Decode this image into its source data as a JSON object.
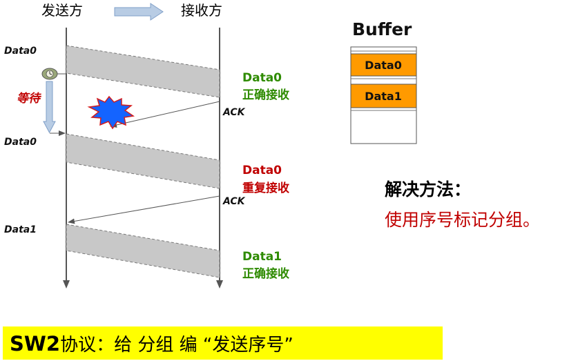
{
  "header": {
    "sender_label": "发送方",
    "receiver_label": "接收方"
  },
  "frames": [
    {
      "label": "Data0"
    },
    {
      "label": "Data0"
    },
    {
      "label": "Data1"
    }
  ],
  "receiver_notes": [
    {
      "frame": "Data0",
      "status": "正确接收"
    },
    {
      "frame": "Data0",
      "status": "重复接收"
    },
    {
      "frame": "Data1",
      "status": "正确接收"
    }
  ],
  "acks": [
    {
      "label": "ACK"
    },
    {
      "label": "ACK"
    }
  ],
  "timer": {
    "wait_label": "等待"
  },
  "buffer": {
    "title": "Buffer",
    "slots": [
      "Data0",
      "Data1"
    ]
  },
  "solution": {
    "heading": "解决方法：",
    "text": "使用序号标记分组。"
  },
  "footer": {
    "protocol": "SW2",
    "text": "协议：给 分组 编 “发送序号”"
  },
  "colors": {
    "green": "#2e8b00",
    "red": "#c00000",
    "orange": "#ff9a00",
    "footer_bg": "#ffff00",
    "frame_fill": "#c8c8c8",
    "arrow_blue": "#b8cce4",
    "burst": "#1464ff"
  },
  "icons": [
    "right-arrow-icon",
    "clock-icon",
    "down-arrow-icon",
    "burst-icon"
  ]
}
